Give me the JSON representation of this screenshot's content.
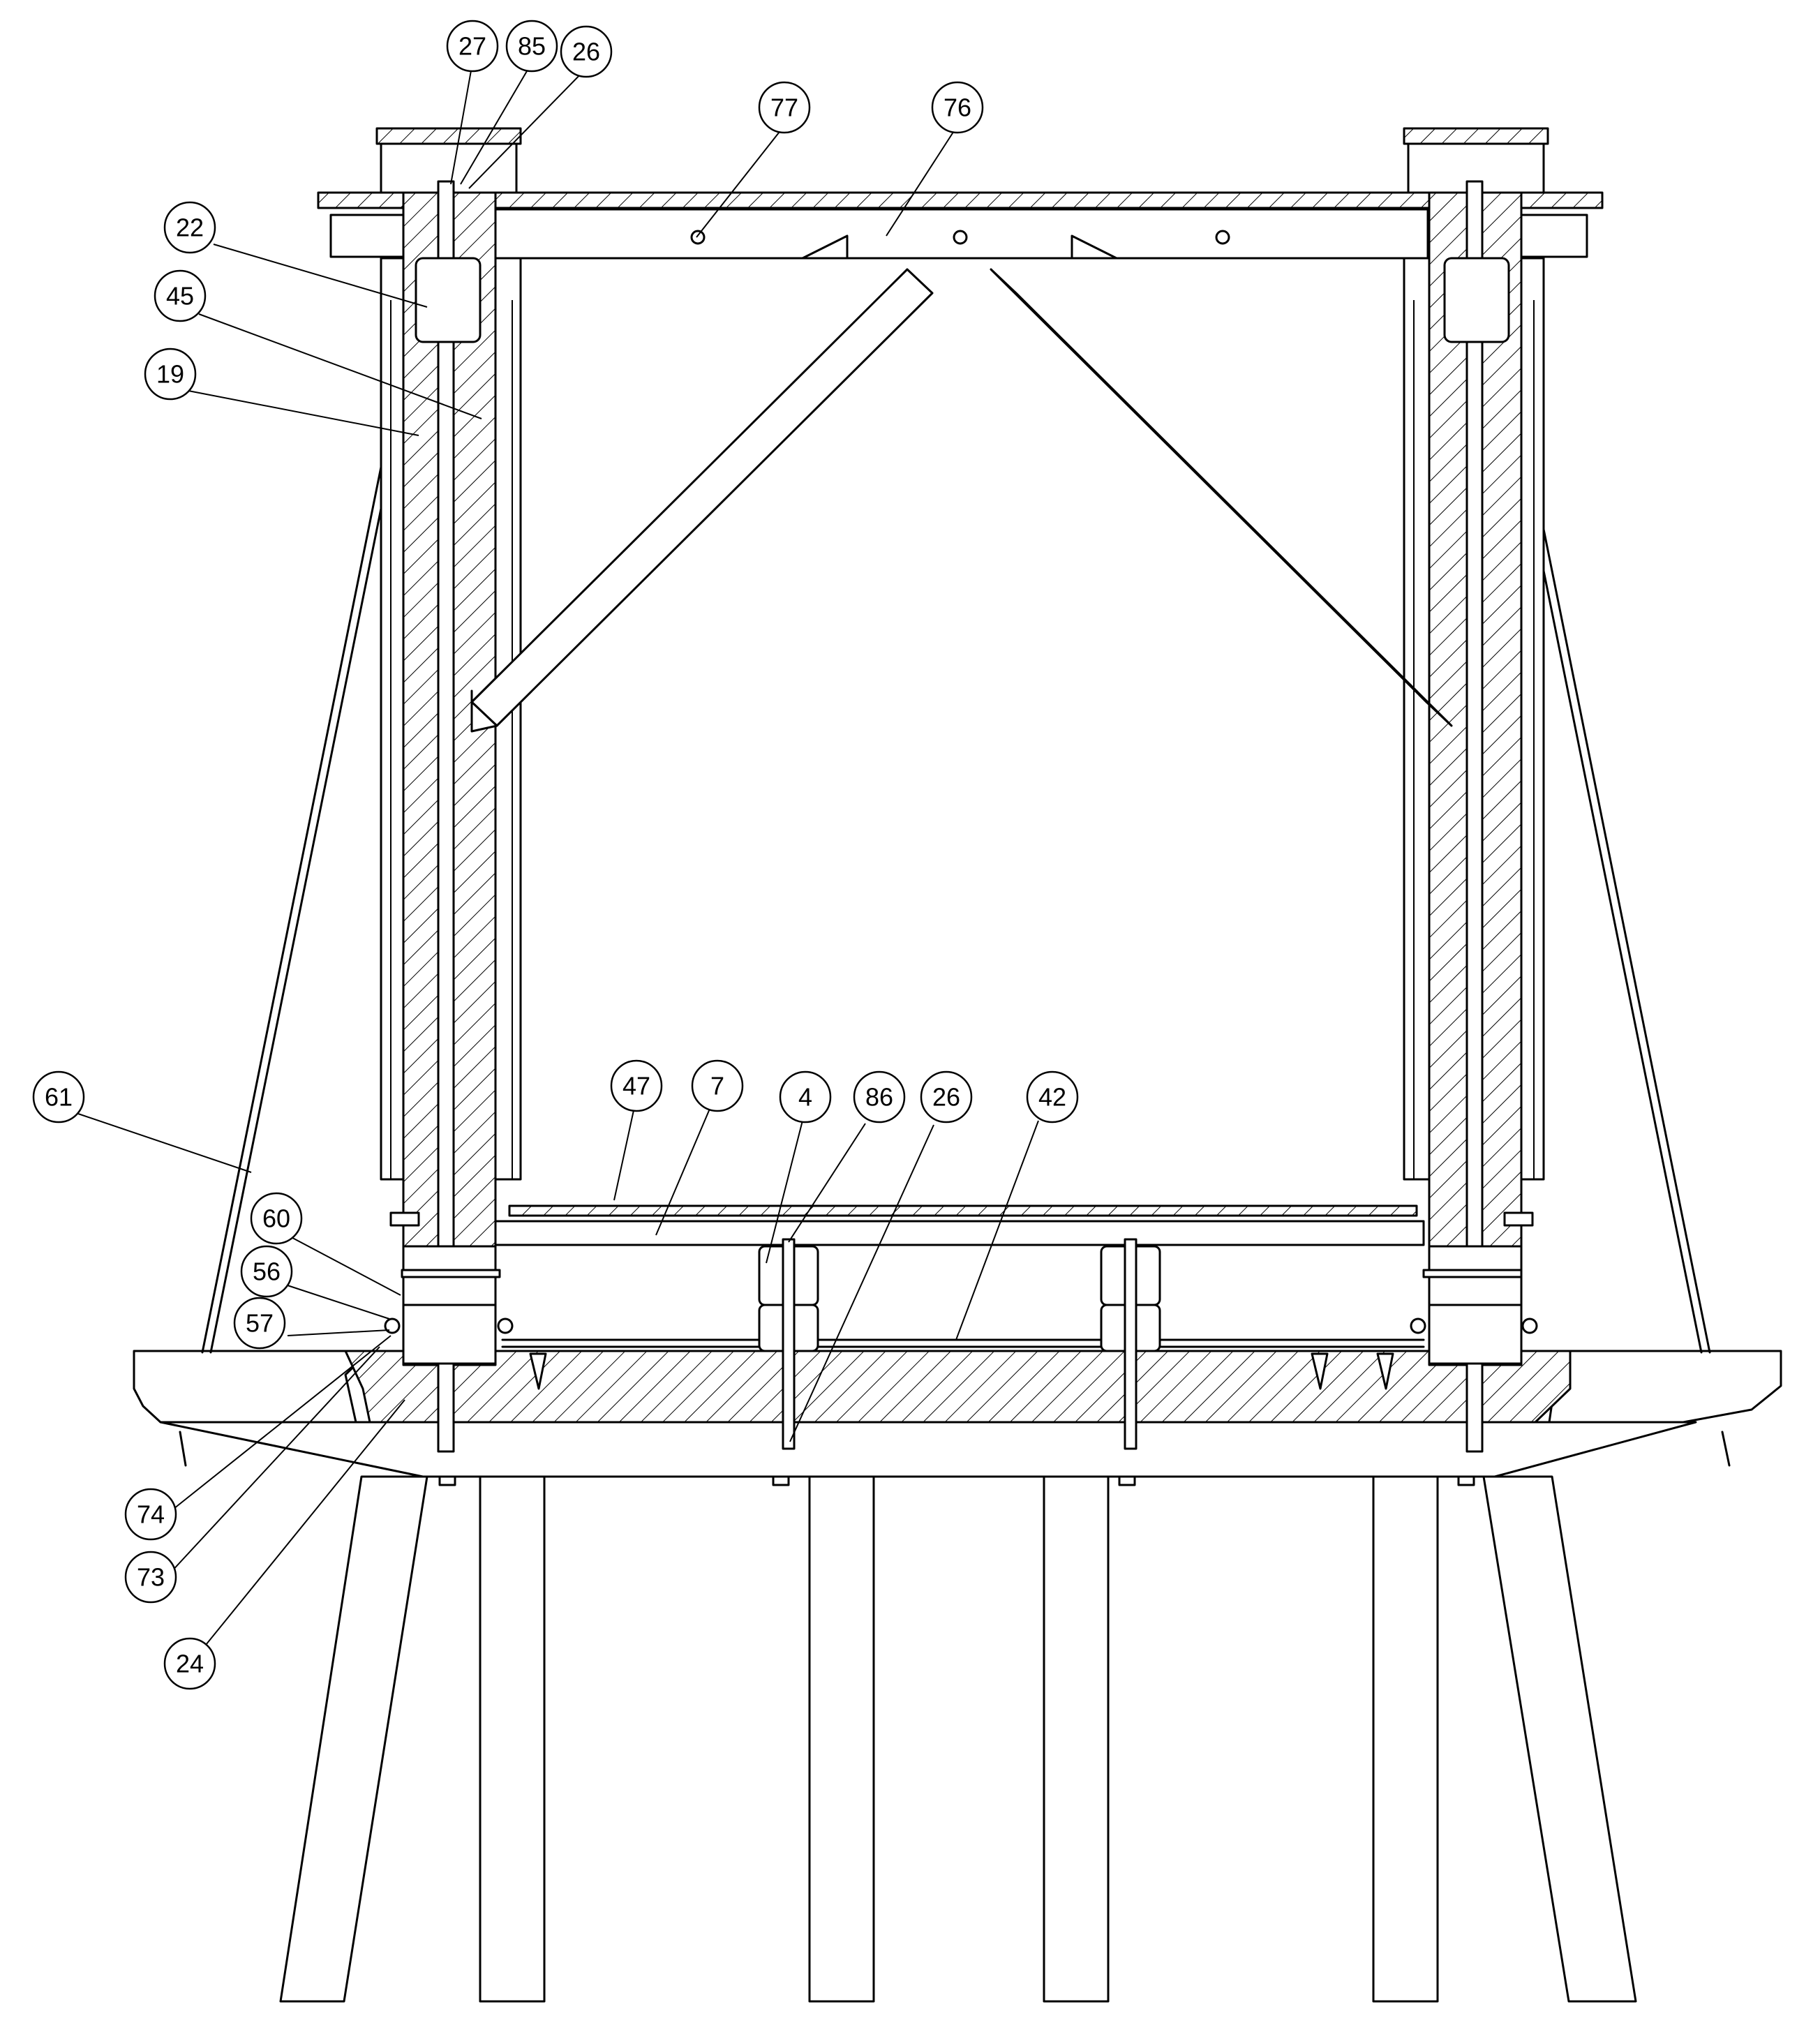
{
  "balloons": [
    {
      "id": "b27",
      "label": "27"
    },
    {
      "id": "b85",
      "label": "85"
    },
    {
      "id": "b26top",
      "label": "26"
    },
    {
      "id": "b77",
      "label": "77"
    },
    {
      "id": "b76",
      "label": "76"
    },
    {
      "id": "b22",
      "label": "22"
    },
    {
      "id": "b45",
      "label": "45"
    },
    {
      "id": "b19",
      "label": "19"
    },
    {
      "id": "b61",
      "label": "61"
    },
    {
      "id": "b47",
      "label": "47"
    },
    {
      "id": "b7",
      "label": "7"
    },
    {
      "id": "b4",
      "label": "4"
    },
    {
      "id": "b86",
      "label": "86"
    },
    {
      "id": "b26mid",
      "label": "26"
    },
    {
      "id": "b42",
      "label": "42"
    },
    {
      "id": "b60",
      "label": "60"
    },
    {
      "id": "b56",
      "label": "56"
    },
    {
      "id": "b57",
      "label": "57"
    },
    {
      "id": "b74",
      "label": "74"
    },
    {
      "id": "b73",
      "label": "73"
    },
    {
      "id": "b24",
      "label": "24"
    }
  ]
}
